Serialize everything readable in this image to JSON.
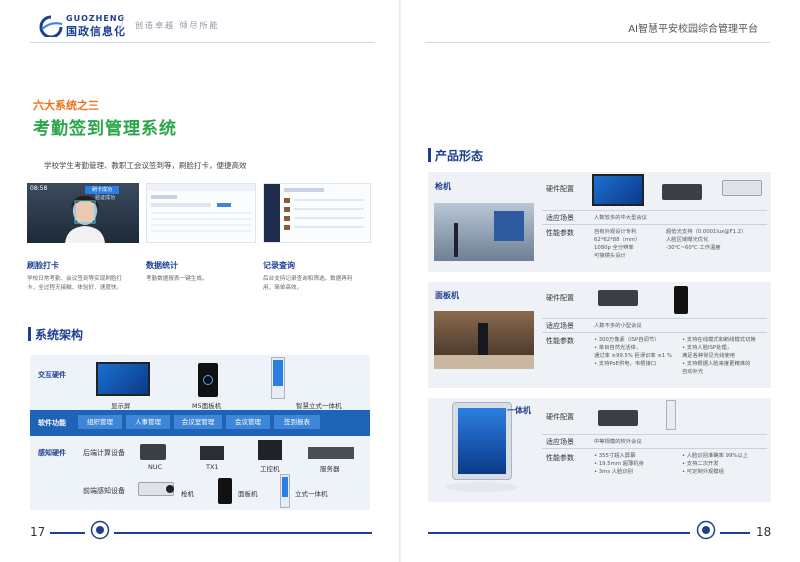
{
  "header": {
    "logo_en": "GUOZHENG",
    "logo_cn": "国政信息化",
    "slogan": "创造卓越 倾尽所能",
    "platform_title": "AI智慧平安校园综合管理平台"
  },
  "left": {
    "subheading": "六大系统之三",
    "heading": "考勤签到管理系统",
    "intro": "学校学生考勤管理、教职工会议签到等，刷脸打卡，便捷高效",
    "screens": {
      "clock_text": "08:58",
      "badge_text": "刷卡成功",
      "verify_text": "验证成功"
    },
    "features": [
      {
        "title": "刷脸打卡",
        "desc": "学校日常考勤、会议签到等实现刷脸打卡，全过程无接触、体验好、速度快。"
      },
      {
        "title": "数据统计",
        "desc": "考勤数据报表一键生成。"
      },
      {
        "title": "记录查询",
        "desc": "后台支持记录查询和筛选，数据再利用，简单高效。"
      }
    ],
    "arch_title": "系统架构",
    "arch": {
      "row_interact": "交互硬件",
      "row_software": "软件功能",
      "row_sensing": "感知硬件",
      "interact_devices": [
        "显示屏",
        "M5面板机",
        "智慧立式一体机"
      ],
      "software_tags": [
        "组织管理",
        "人事管理",
        "会议室管理",
        "会议管理",
        "签到报表"
      ],
      "backend_label": "后端计算设备",
      "backend_devices": [
        "NUC",
        "TX1",
        "工控机",
        "服务器"
      ],
      "frontend_label": "前端感知设备",
      "frontend_devices": [
        "枪机",
        "面板机",
        "立式一体机"
      ]
    },
    "page_number": "17"
  },
  "right": {
    "section_title": "产品形态",
    "label_hw": "硬件配置",
    "label_scene": "适应场景",
    "label_params": "性能参数",
    "products": [
      {
        "name": "枪机",
        "scene": "人数较多的中大型会议",
        "params_left": [
          "自有外观设计专利",
          "62*62*88（mm）",
          "1080p 全分辨率",
          "可接镜头设计"
        ],
        "params_right": [
          "超低光支持（0.0001lux@F1.2）",
          "人脸区域曝光优化",
          "-30℃~60℃ 工作温度"
        ]
      },
      {
        "name": "面板机",
        "scene": "人数不多的小型会议",
        "params_left": [
          "• 300万像素（ISP自调节）",
          "• 单目自然光活体，",
          "  通过率 ≥99.5% 拒误识率 ≤1 %",
          "• 支持PoE供电、韦根接口"
        ],
        "params_right": [
          "• 支持在线模式和断线模式切换",
          "• 支持人脸ISP处理，",
          "  满足各种常见光线使用",
          "• 支持根据人脸来度更精准的",
          "  自动补光"
        ]
      },
      {
        "name": "一体机",
        "scene": "中等规模的校外会议",
        "params_left": [
          "• 355寸超入屏幕",
          "• 19.5mm 超薄机身",
          "• 3ms 人脸识别"
        ],
        "params_right": [
          "• 人脸识别准确率 99%以上",
          "• 支持二次开发",
          "• 可定制外观模组"
        ]
      }
    ],
    "page_number": "18"
  },
  "colors": {
    "brand_blue": "#1e3f91",
    "accent_orange": "#e8731c",
    "accent_green": "#2aa64a",
    "band_blue": "#1e63b8",
    "tag_blue": "#3f86d8"
  }
}
